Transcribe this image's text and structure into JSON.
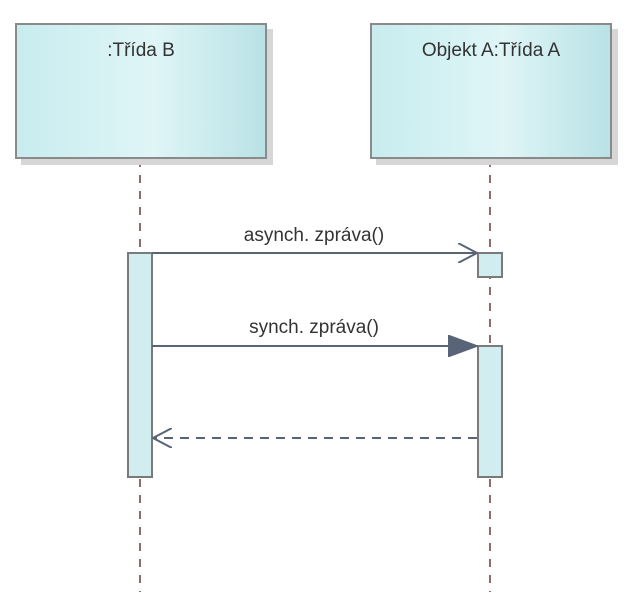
{
  "lifelines": [
    {
      "id": "b",
      "label": ":Třída B"
    },
    {
      "id": "a",
      "label": "Objekt A:Třída A"
    }
  ],
  "messages": [
    {
      "label": "asynch. zpráva()",
      "from": ":Třída B",
      "to": "Objekt A:Třída A",
      "type": "asynchronous",
      "arrowhead": "open"
    },
    {
      "label": "synch. zpráva()",
      "from": ":Třída B",
      "to": "Objekt A:Třída A",
      "type": "synchronous",
      "arrowhead": "filled"
    },
    {
      "label": "",
      "from": "Objekt A:Třída A",
      "to": ":Třída B",
      "type": "return",
      "arrowhead": "open",
      "line": "dashed"
    }
  ],
  "colors": {
    "head_fill": "#c8ecef",
    "head_border": "#8a8a8a",
    "lifeline": "#8b6f66",
    "activation_fill": "#d2edef",
    "activation_border": "#7a7a7a",
    "message_line": "#5a6478",
    "text": "#333333"
  }
}
